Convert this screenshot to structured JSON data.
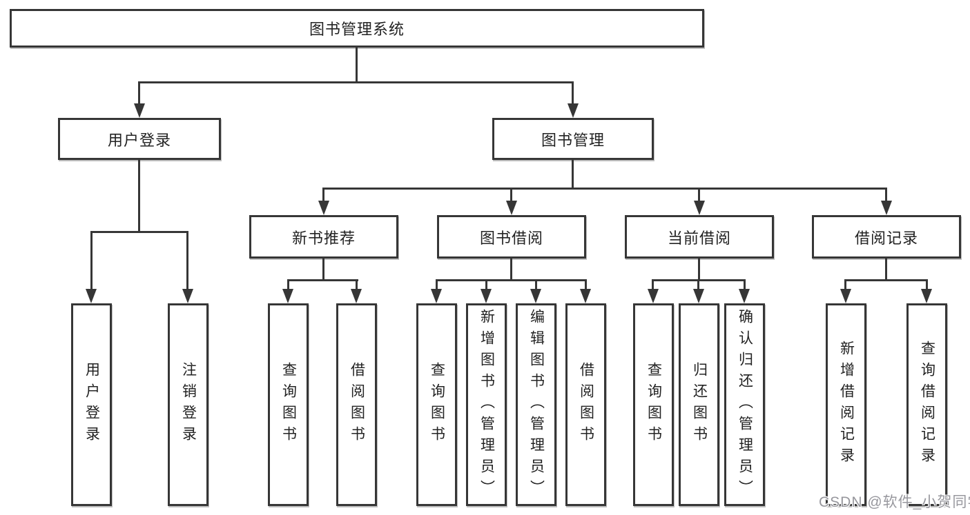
{
  "colors": {
    "line": "#363636",
    "box_border": "#363636",
    "box_fill": "#ffffff",
    "text": "#222222",
    "background": "#ffffff",
    "watermark_text": "#97979d"
  },
  "nodes": {
    "root": "图书管理系统",
    "user_login_group": "用户登录",
    "book_mgmt": "图书管理",
    "new_book_rec": "新书推荐",
    "book_borrow": "图书借阅",
    "current_borrow": "当前借阅",
    "borrow_records": "借阅记录",
    "user_login": "用户登录",
    "logout": "注销登录",
    "nb_query_book": "查询图书",
    "nb_borrow_book": "借阅图书",
    "bb_query_book": "查询图书",
    "bb_add_book": "新增图书（管理员）",
    "bb_edit_book": "编辑图书（管理员）",
    "bb_borrow_book": "借阅图书",
    "cb_query_book": "查询图书",
    "cb_return_book": "归还图书",
    "cb_confirm_return": "确认归还（管理员）",
    "br_add_record": "新增借阅记录",
    "br_query_record": "查询借阅记录"
  },
  "tree": {
    "label": "图书管理系统",
    "children": [
      {
        "label": "用户登录",
        "children": [
          {
            "label": "用户登录"
          },
          {
            "label": "注销登录"
          }
        ]
      },
      {
        "label": "图书管理",
        "children": [
          {
            "label": "新书推荐",
            "children": [
              {
                "label": "查询图书"
              },
              {
                "label": "借阅图书"
              }
            ]
          },
          {
            "label": "图书借阅",
            "children": [
              {
                "label": "查询图书"
              },
              {
                "label": "新增图书（管理员）"
              },
              {
                "label": "编辑图书（管理员）"
              },
              {
                "label": "借阅图书"
              }
            ]
          },
          {
            "label": "当前借阅",
            "children": [
              {
                "label": "查询图书"
              },
              {
                "label": "归还图书"
              },
              {
                "label": "确认归还（管理员）"
              }
            ]
          },
          {
            "label": "借阅记录",
            "children": [
              {
                "label": "新增借阅记录"
              },
              {
                "label": "查询借阅记录"
              }
            ]
          }
        ]
      }
    ]
  },
  "watermark": {
    "text": "CSDN @软件_小贺同学"
  }
}
